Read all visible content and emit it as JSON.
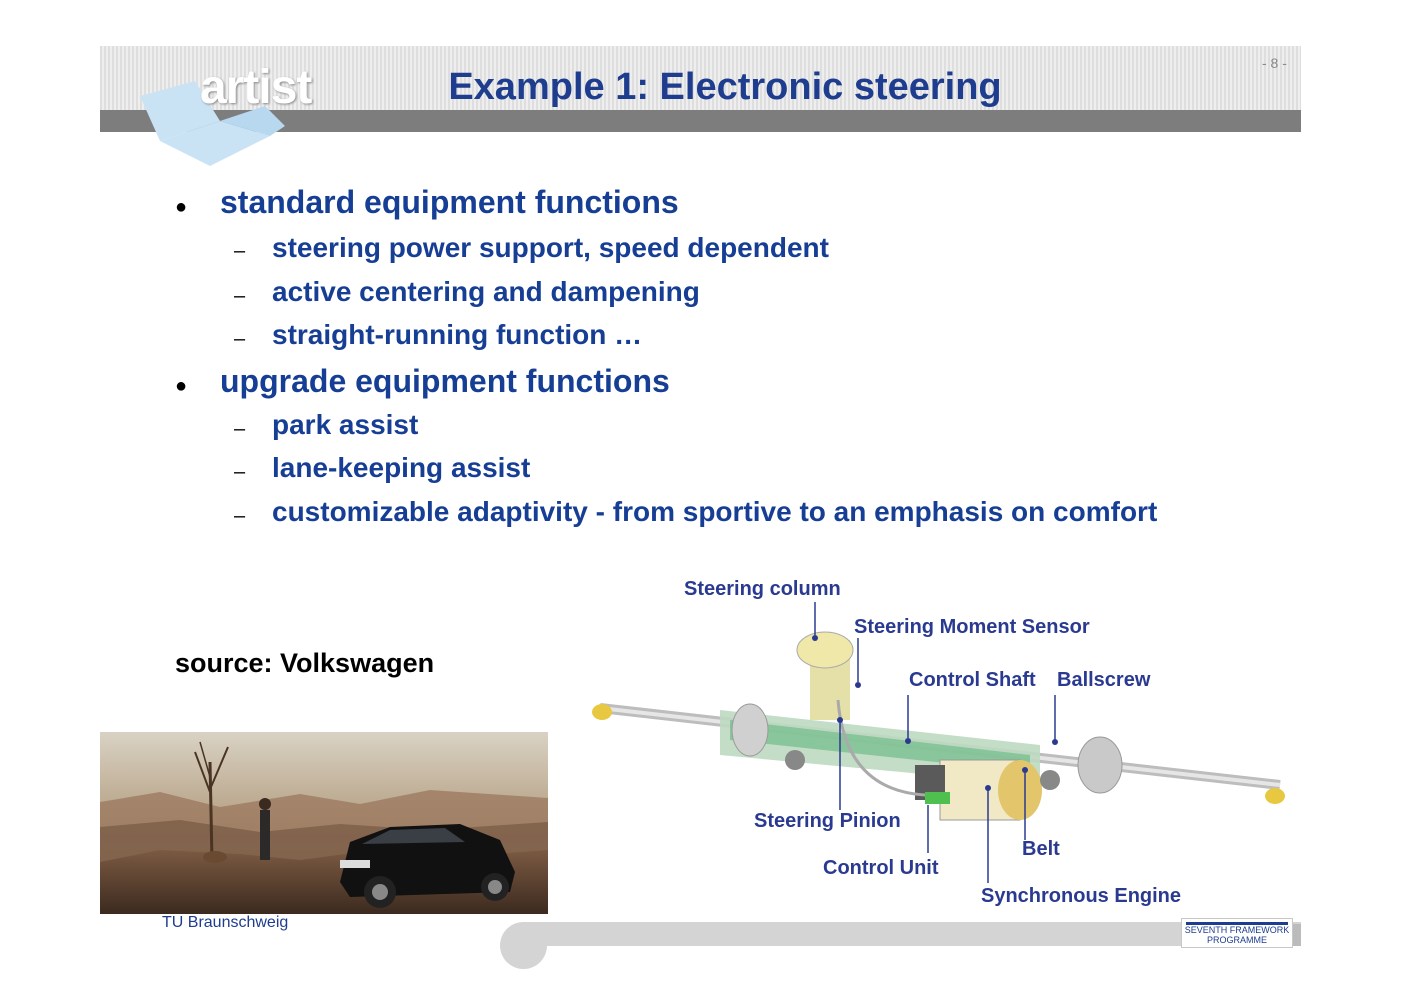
{
  "header": {
    "logo_text": "artist",
    "title": "Example 1: Electronic steering",
    "page_number": "- 8 -"
  },
  "bullets": [
    {
      "text": "standard equipment functions",
      "sub": [
        "steering power support, speed dependent",
        "active centering and dampening",
        "straight-running function …"
      ]
    },
    {
      "text": "upgrade equipment functions",
      "sub": [
        "park assist",
        "lane-keeping assist",
        "customizable adaptivity  - from sportive to an emphasis on comfort"
      ]
    }
  ],
  "source": "source: Volkswagen",
  "diagram_labels": {
    "steering_column": "Steering column",
    "moment_sensor": "Steering Moment Sensor",
    "control_shaft": "Control Shaft",
    "ballscrew": "Ballscrew",
    "pinion": "Steering Pinion",
    "belt": "Belt",
    "control_unit": "Control Unit",
    "engine": "Synchronous Engine"
  },
  "footer": {
    "institution": "TU Braunschweig",
    "fp_line1": "SEVENTH FRAMEWORK",
    "fp_line2": "PROGRAMME"
  }
}
